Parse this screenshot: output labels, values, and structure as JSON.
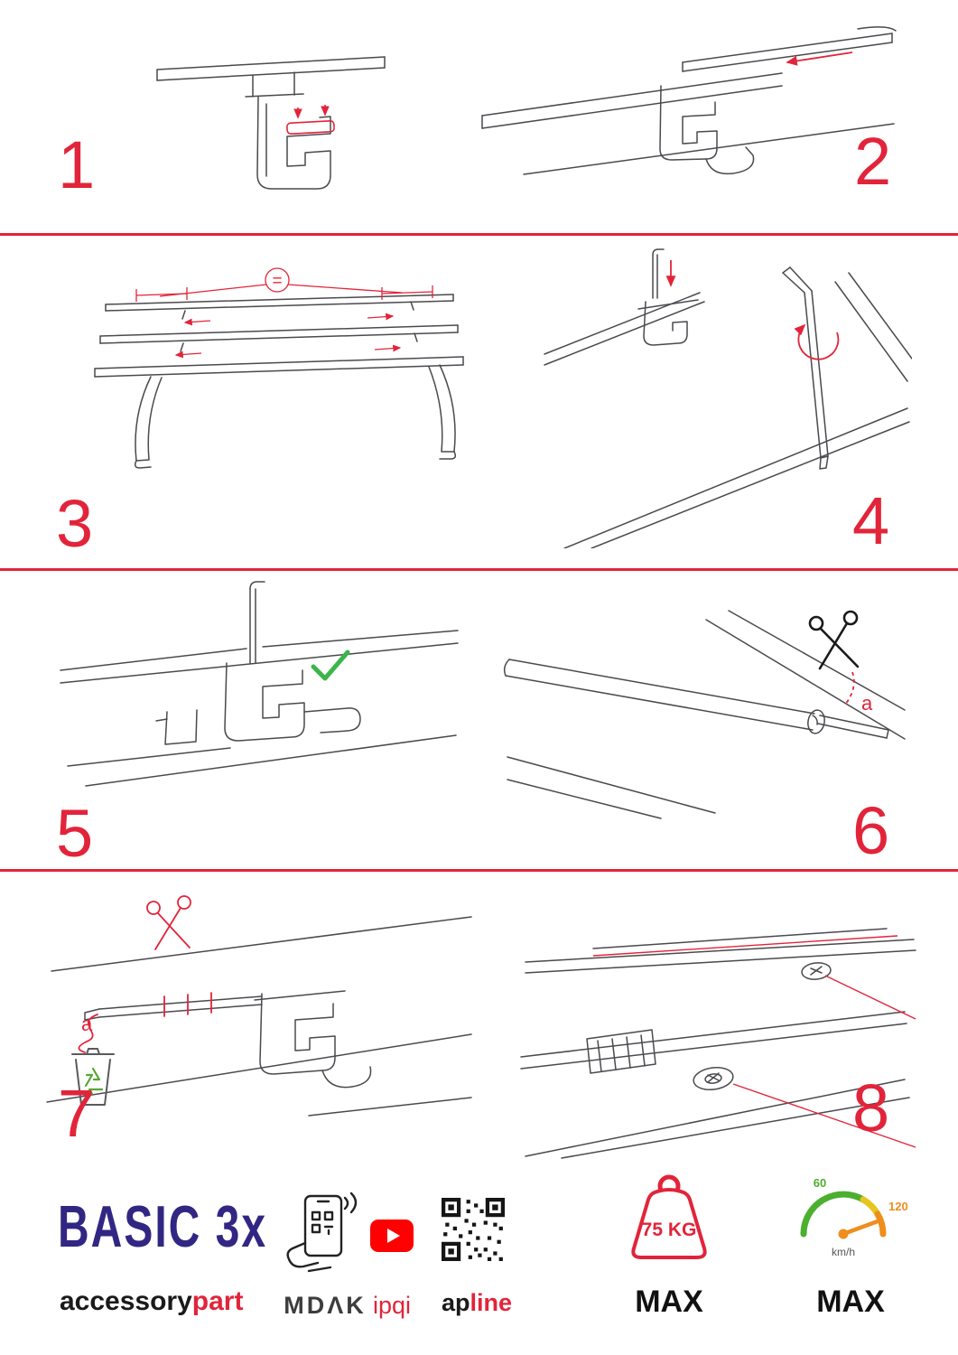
{
  "colors": {
    "accent_red": "#e2243a",
    "brand_blue": "#312783",
    "line_gray": "#4a4a4f",
    "check_green": "#3bb54a",
    "recycle_green": "#58a832",
    "gauge_green": "#4caf2f",
    "gauge_yellow": "#e8c51c",
    "gauge_orange": "#ef8d1d",
    "youtube_red": "#ff0000"
  },
  "steps": [
    {
      "number": "1"
    },
    {
      "number": "2"
    },
    {
      "number": "3"
    },
    {
      "number": "4"
    },
    {
      "number": "5"
    },
    {
      "number": "6"
    },
    {
      "number": "7"
    },
    {
      "number": "8"
    }
  ],
  "labels": {
    "equals": "=",
    "part_a_step6": "a",
    "part_a_step7": "a"
  },
  "footer": {
    "product_name": "BASIC 3x",
    "brand": {
      "black": "accessory",
      "red": "part"
    },
    "logos": {
      "mdak": "MDΛK",
      "ipqi": "ipqi",
      "apline_black": "ap",
      "apline_red": "line"
    },
    "weight": {
      "value": "75 KG",
      "max": "MAX"
    },
    "speed": {
      "tick_low": "60",
      "tick_high": "120",
      "unit": "km/h",
      "max": "MAX"
    }
  }
}
